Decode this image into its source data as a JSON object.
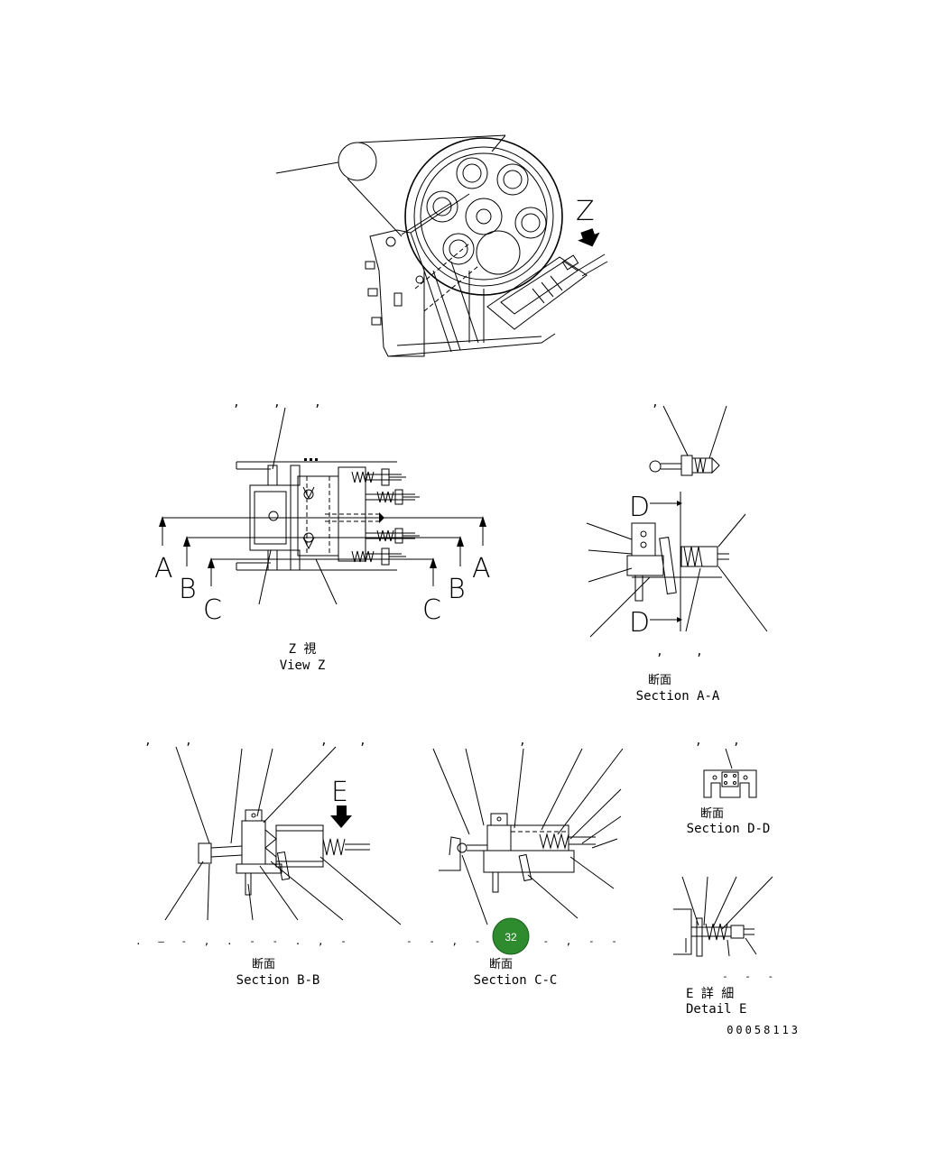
{
  "views": {
    "main": {},
    "view_z": {
      "title_jp": "Z  視",
      "title_en": "View Z",
      "cut_a": "A",
      "cut_b": "B",
      "cut_c": "C",
      "view_letter": "Z"
    },
    "section_aa": {
      "title_jp": "断面",
      "title_en": "Section A-A",
      "cut_d": "D"
    },
    "section_bb": {
      "title_jp": "断面",
      "title_en": "Section B-B",
      "arrow_letter": "E"
    },
    "section_cc": {
      "title_jp": "断面",
      "title_en": "Section C-C"
    },
    "section_dd": {
      "title_jp": "断面",
      "title_en": "Section D-D"
    },
    "detail_e": {
      "title_jp": "E  詳  細",
      "title_en": "Detail E"
    }
  },
  "callout_badge": {
    "number": "32",
    "color": "#2e8b2e"
  },
  "drawing_number": "00058113",
  "colors": {
    "line": "#000000",
    "background": "#ffffff"
  }
}
